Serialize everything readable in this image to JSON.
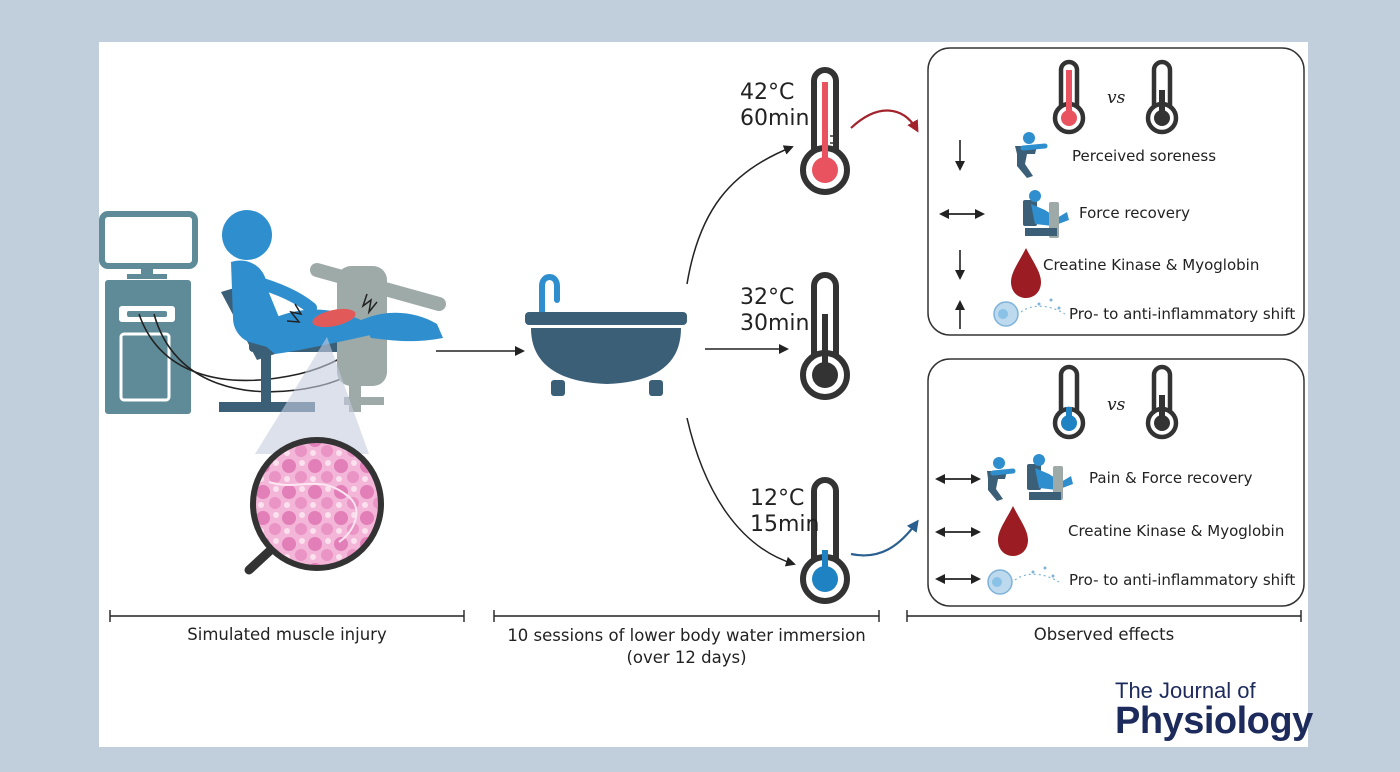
{
  "conditions": [
    {
      "temp": "42°C",
      "time": "60min",
      "color": "#e8535f"
    },
    {
      "temp": "32°C",
      "time": "30min",
      "color": "#333333"
    },
    {
      "temp": "12°C",
      "time": "15min",
      "color": "#1f82c2"
    }
  ],
  "hot_panel": {
    "vs": "vs",
    "effects": [
      {
        "arrow": "down",
        "label": "Perceived soreness",
        "icon": "squat-icon"
      },
      {
        "arrow": "both",
        "label": "Force recovery",
        "icon": "dynamometer-icon"
      },
      {
        "arrow": "down",
        "label": "Creatine Kinase & Myoglobin",
        "icon": "blood-drop-icon"
      },
      {
        "arrow": "up",
        "label": "Pro- to anti-inflammatory shift",
        "icon": "immune-cell-icon"
      }
    ]
  },
  "cold_panel": {
    "vs": "vs",
    "effects": [
      {
        "arrow": "both",
        "label": "Pain & Force recovery",
        "icon": "squat-dynamometer-icon"
      },
      {
        "arrow": "both",
        "label": "Creatine Kinase & Myoglobin",
        "icon": "blood-drop-icon"
      },
      {
        "arrow": "both",
        "label": "Pro- to anti-inflammatory shift",
        "icon": "immune-cell-icon"
      }
    ]
  },
  "sections": {
    "injury": "Simulated muscle injury",
    "immersion_line1": "10 sessions of lower body water immersion",
    "immersion_line2": "(over 12 days)",
    "effects": "Observed effects"
  },
  "logo": {
    "line1": "The Journal of",
    "line2": "Physiology"
  },
  "colors": {
    "background": "#c1cfdc",
    "hot": "#e8535f",
    "cold": "#1f82c2",
    "neutral": "#333333",
    "tub": "#3c5f78",
    "person": "#2f8fce",
    "muscle_tissue": "#e88fc0",
    "blood": "#9b1c22",
    "logo": "#1d2b5c"
  }
}
